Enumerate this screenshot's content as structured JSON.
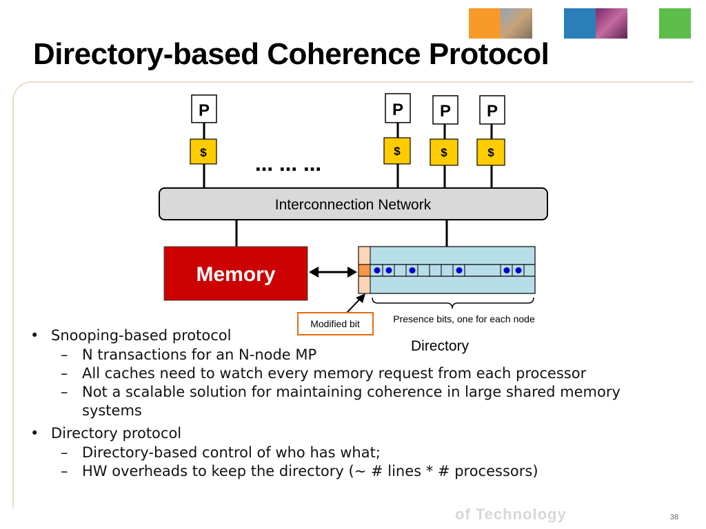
{
  "slide": {
    "title": "Directory-based Coherence Protocol",
    "page_number": "38",
    "logo_text": "of Technology"
  },
  "diagram": {
    "processor_label": "P",
    "cache_label": "$",
    "ellipsis": "… … …",
    "network_label": "Interconnection Network",
    "memory_label": "Memory",
    "modified_bit_label": "Modified bit",
    "presence_bits_label": "Presence bits, one for each node",
    "directory_label": "Directory",
    "colors": {
      "cache_fill": "#ffcc00",
      "memory_fill": "#cc0000",
      "network_fill": "#d9d9d9",
      "directory_fill": "#b7dde8",
      "modified_fill": "#fcd5b4",
      "modified_bit_fill": "#f79646",
      "presence_dot": "#0000cc",
      "callout_border": "#e46c0a"
    }
  },
  "bullets": [
    {
      "text": "Snooping-based protocol",
      "sub": [
        "N transactions for an N-node MP",
        "All caches need to watch every memory request from each processor",
        "Not a scalable solution for maintaining coherence in large shared memory systems"
      ]
    },
    {
      "text": "Directory protocol",
      "sub": [
        "Directory-based control of who has what;",
        "HW overheads to keep the directory (~ # lines * # processors)"
      ]
    }
  ]
}
